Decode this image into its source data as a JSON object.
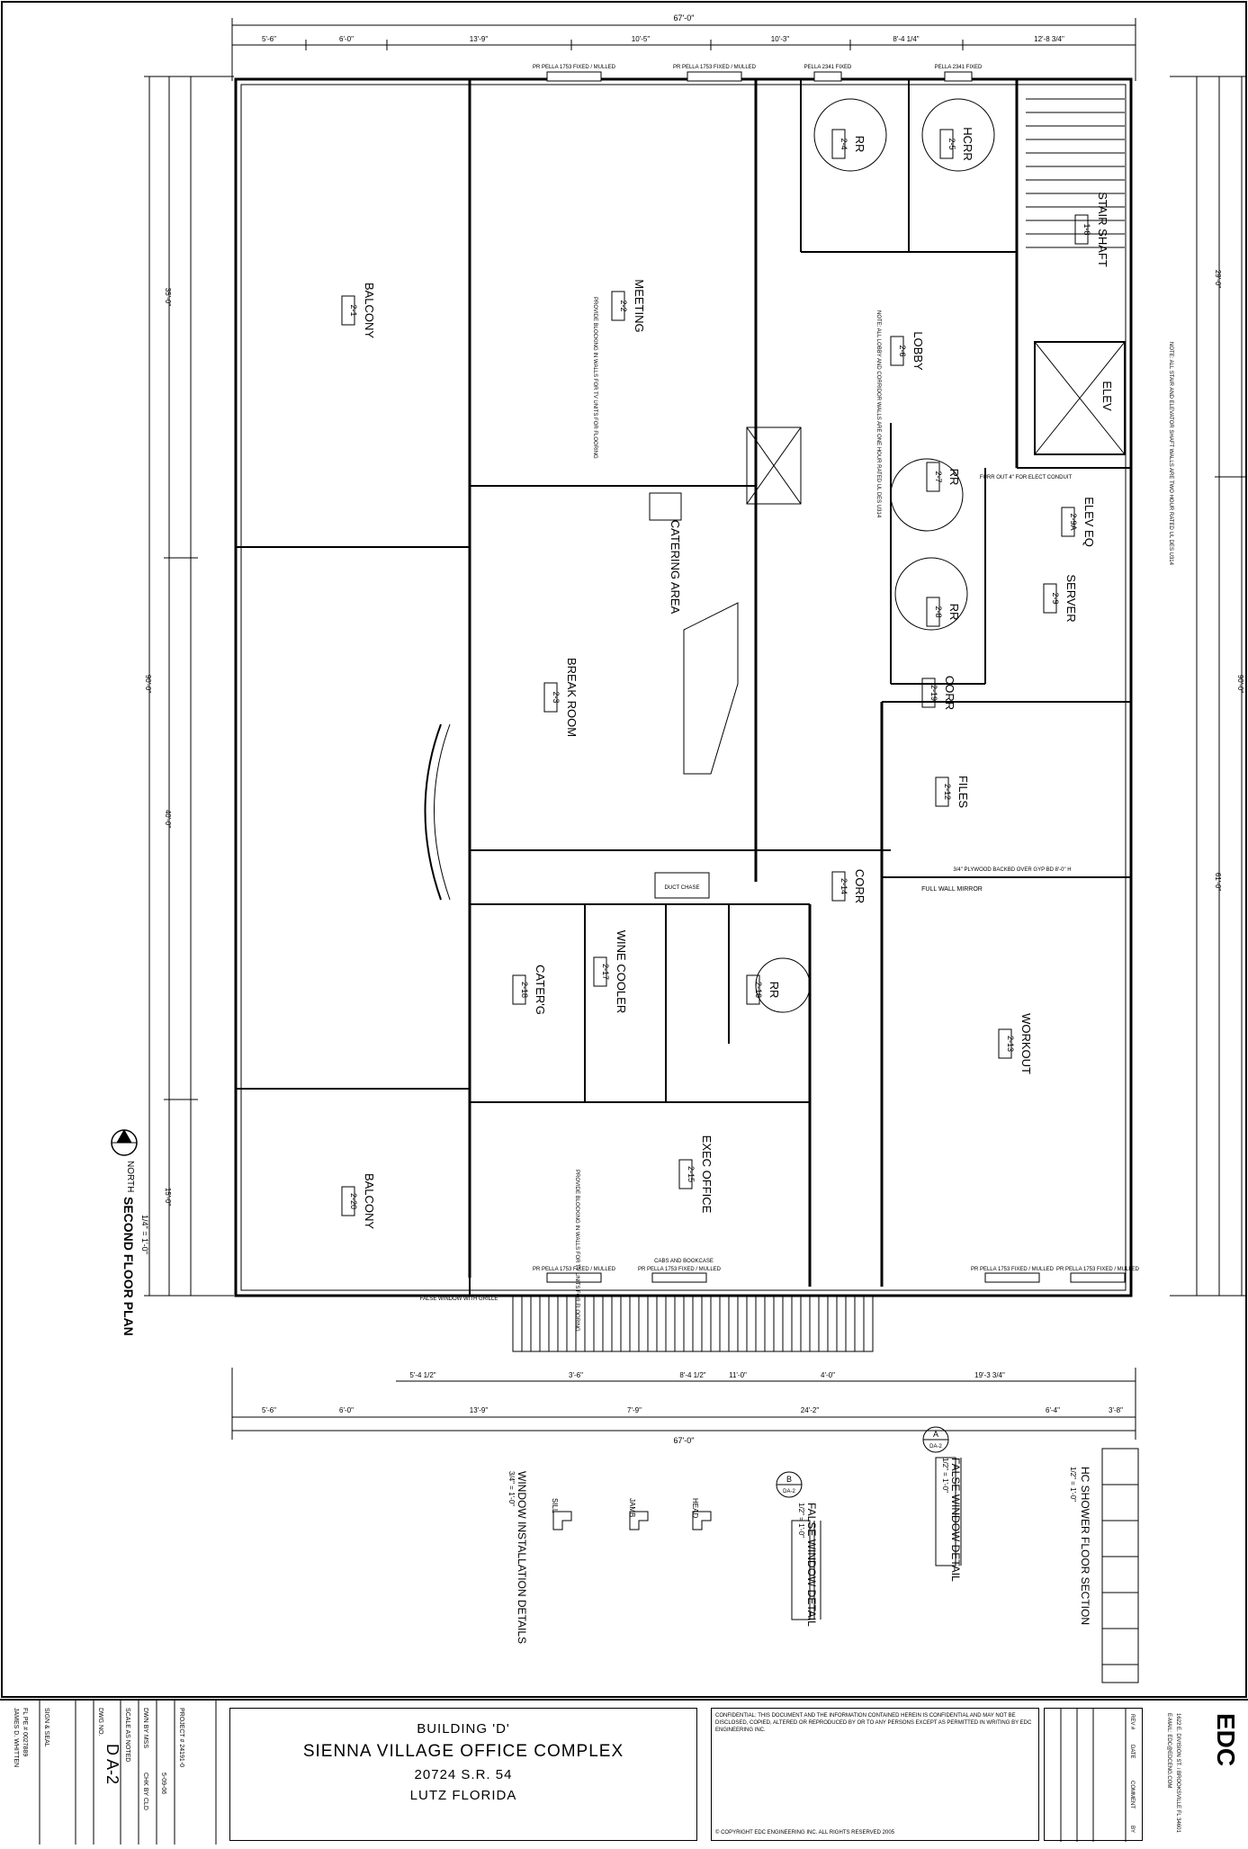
{
  "plan": {
    "title": "SECOND FLOOR PLAN",
    "scale": "1/4\" = 1'-0\"",
    "north": "NORTH"
  },
  "dimensions_top": {
    "overall": "67'-0\"",
    "segments": [
      "5'-6\"",
      "6'-0\"",
      "13'-9\"",
      "10'-5\"",
      "10'-3\"",
      "8'-4 1/4\"",
      "12'-8 3/4\""
    ]
  },
  "dimensions_bottom": {
    "overall": "67'-0\"",
    "segments": [
      "5'-6\"",
      "6'-0\"",
      "13'-9\"",
      "7'-9\"",
      "24'-2\"",
      "6'-4\"",
      "3'-8\""
    ],
    "upper": [
      "5'-4 1/2\"",
      "3'-6\"",
      "8'-4 1/2\"",
      "11'-0\"",
      "4'-0\"",
      "19'-3 3/4\""
    ]
  },
  "dimensions_left": {
    "overall": "90'-0\"",
    "segments": [
      "35'-0\"",
      "40'-0\"",
      "15'-0\""
    ]
  },
  "dimensions_right": {
    "overall": "90'-0\"",
    "segments": [
      "29'-0\"",
      "61'-0\""
    ]
  },
  "rooms": [
    {
      "name": "BALCONY",
      "num": "2-1"
    },
    {
      "name": "MEETING",
      "num": "2-2"
    },
    {
      "name": "BREAK ROOM",
      "num": "2-3"
    },
    {
      "name": "RR",
      "num": "2-4"
    },
    {
      "name": "HCRR",
      "num": "2-5"
    },
    {
      "name": "LOBBY",
      "num": "2-6"
    },
    {
      "name": "RR",
      "num": "2-7"
    },
    {
      "name": "STAIR SHAFT",
      "num": "1-8"
    },
    {
      "name": "SERVER",
      "num": "2-9"
    },
    {
      "name": "ELEV EQ",
      "num": "2-9A"
    },
    {
      "name": "FILES",
      "num": "2-12"
    },
    {
      "name": "WORKOUT",
      "num": "2-13"
    },
    {
      "name": "CORR",
      "num": "2-14"
    },
    {
      "name": "EXEC OFFICE",
      "num": "2-15"
    },
    {
      "name": "RR",
      "num": "2-16"
    },
    {
      "name": "WINE COOLER",
      "num": "2-17"
    },
    {
      "name": "CATER'G",
      "num": "2-18"
    },
    {
      "name": "CORR",
      "num": "2-19"
    },
    {
      "name": "BALCONY",
      "num": "2-20"
    },
    {
      "name": "ELEV",
      "num": ""
    },
    {
      "name": "CATERING AREA",
      "num": ""
    },
    {
      "name": "RR",
      "num": "2-8"
    }
  ],
  "notes": {
    "wall_note_1": "PROVIDE BLOCKING IN WALLS FOR TV UNITS FOR FLOORING",
    "lobby_note": "NOTE: ALL LOBBY AND CORRIDOR WALLS ARE ONE HOUR RATED UL DES U314",
    "elev_note": "NOTE: ALL STAIR AND ELEVATOR SHAFT WALLS ARE TWO HOUR RATED UL DES U314",
    "window": "PR PELLA 1753 FIXED / MULLED",
    "window2": "PELLA 2341 FIXED",
    "false_window": "FALSE WINDOW WITH GRILLE",
    "full_wall_mirror": "FULL WALL MIRROR",
    "furr_out": "FURR OUT 4\" FOR ELECT CONDUIT",
    "cabs": "CABS AND BOOKCASE",
    "duct_chase": "DUCT CHASE",
    "plywood": "3/4\" PLYWOOD BACKBD OVER GYP BD 8'-0\" H"
  },
  "details": [
    {
      "title": "WINDOW INSTALLATION DETAILS",
      "scale": "3/4\" = 1'-0\"",
      "labels": [
        "SILL",
        "JAMB",
        "HEAD"
      ]
    },
    {
      "title": "FALSE WINDOW DETAIL",
      "tag": "B",
      "sheet": "DA-2",
      "scale": "1/2\" = 1'-0\""
    },
    {
      "title": "FALSE WINDOW DETAIL",
      "tag": "A",
      "sheet": "DA-2",
      "scale": "1/2\" = 1'-0\""
    },
    {
      "title": "HC SHOWER FLOOR SECTION",
      "scale": "1/2\" = 1'-0\""
    }
  ],
  "title_block": {
    "project_no": "PROJECT # 24191-0",
    "drawn": "DWN BY MSS",
    "date": "5-09-06",
    "scale": "SCALE AS NOTED",
    "chk": "CHK BY CLD",
    "dwg_no_label": "DWG NO.",
    "dwg_no": "D A-2",
    "sign_seal": "SIGN & SEAL",
    "engineer": "JAMES D. WHITTEN",
    "license": "FL PE # 0027889",
    "building": "BUILDING 'D'",
    "project": "SIENNA VILLAGE OFFICE COMPLEX",
    "address": "20724 S.R. 54",
    "city": "LUTZ FLORIDA",
    "confidential": "CONFIDENTIAL: THIS DOCUMENT AND THE INFORMATION CONTAINED HEREIN IS CONFIDENTIAL AND MAY NOT BE DISCLOSED, COPIED, ALTERED OR REPRODUCED BY OR TO ANY PERSONS EXCEPT AS PERMITTED IN WRITING BY EDC ENGINEERING INC.",
    "copyright": "© COPYRIGHT EDC ENGINEERING INC. ALL RIGHTS RESERVED 2005",
    "rev_headers": [
      "REV #",
      "DATE",
      "COMMENT",
      "BY"
    ],
    "firm": "EDC",
    "firm_address": "1622 E. DIVISION ST. / BROOKSVILLE FL 34601",
    "firm_contact": "E-MAIL: EDC@EDCENG.COM"
  }
}
